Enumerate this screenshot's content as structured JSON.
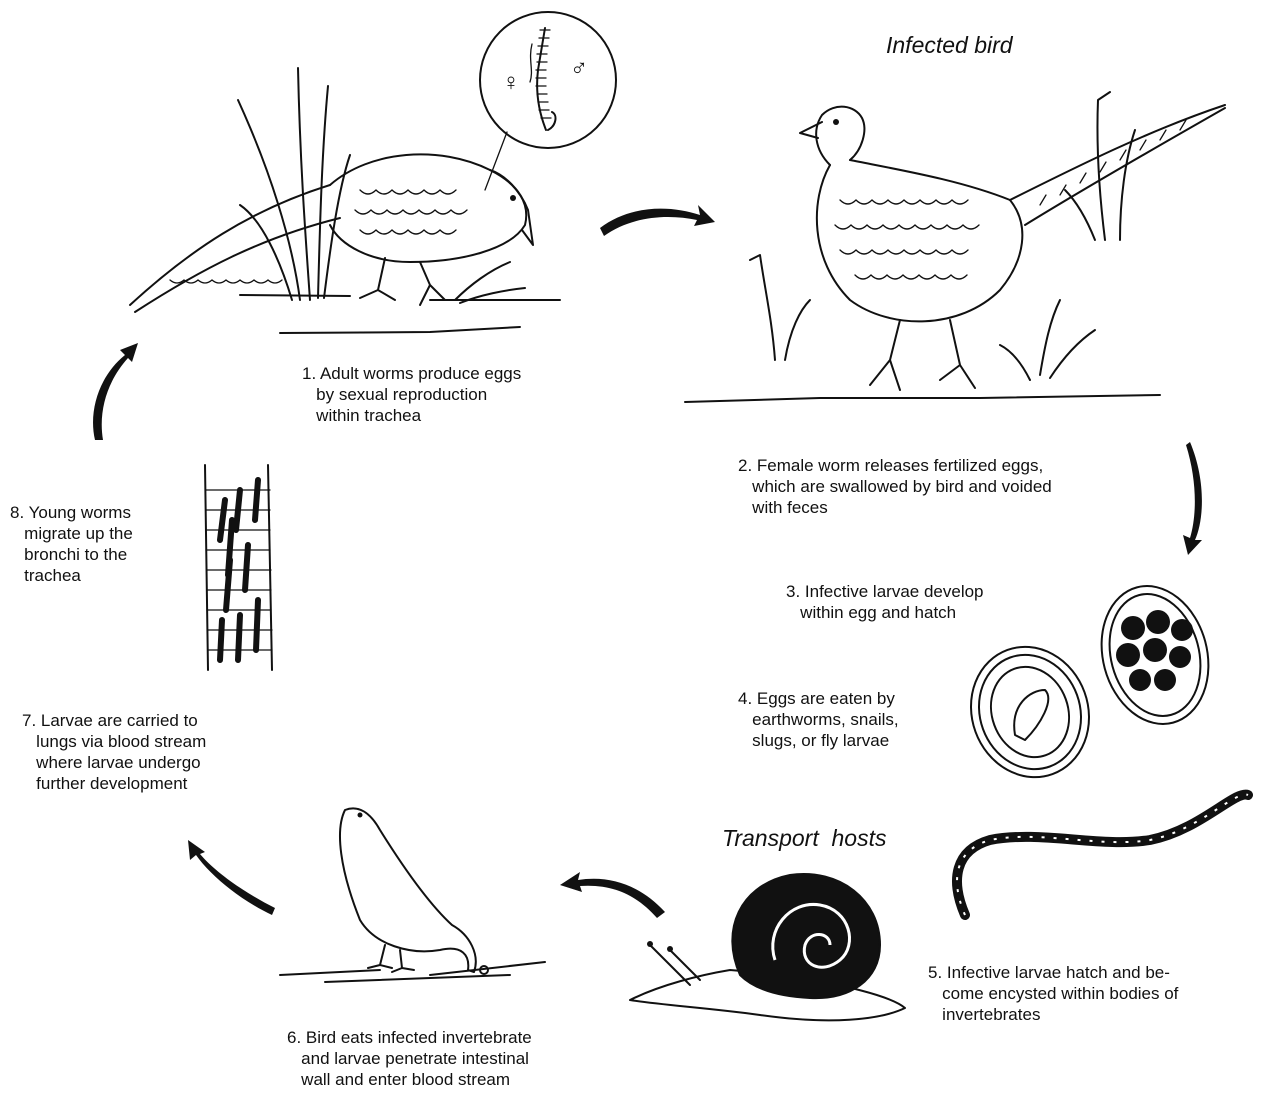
{
  "headings": {
    "infected_bird": "Infected bird",
    "transport_hosts": "Transport  hosts"
  },
  "steps": {
    "s1": "1. Adult worms produce eggs\n   by sexual reproduction\n   within trachea",
    "s2": "2. Female worm releases fertilized eggs,\n   which are swallowed by bird and voided\n   with feces",
    "s3": "3. Infective larvae develop\n   within egg and hatch",
    "s4": "4. Eggs are eaten by\n   earthworms, snails,\n   slugs, or fly larvae",
    "s5": "5. Infective larvae hatch and be-\n   come encysted within bodies of\n   invertebrates",
    "s6": "6. Bird eats infected invertebrate\n   and larvae penetrate intestinal\n   wall and enter blood stream",
    "s7": "7. Larvae are carried to\n   lungs via blood stream\n   where larvae undergo\n   further development",
    "s8": "8. Young worms\n   migrate up the\n   bronchi to the\n   trachea"
  },
  "symbols": {
    "female": "♀",
    "male": "♂"
  },
  "colors": {
    "ink": "#111111",
    "background": "#ffffff"
  }
}
